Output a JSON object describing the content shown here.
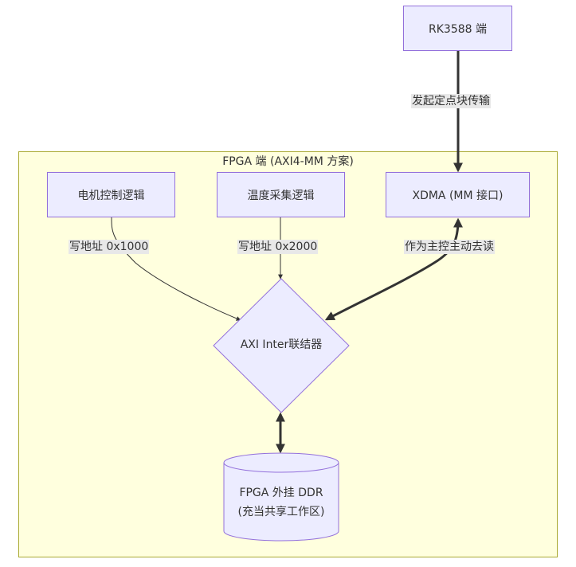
{
  "diagram": {
    "cluster_title": "FPGA 端 (AXI4-MM 方案)",
    "nodes": {
      "rk3588": "RK3588 端",
      "motor": "电机控制逻辑",
      "temp": "温度采集逻辑",
      "xdma": "XDMA (MM 接口)",
      "axi": "AXI Inter联结器",
      "ddr_line1": "FPGA 外挂 DDR",
      "ddr_line2": "(充当共享工作区)"
    },
    "edge_labels": {
      "rk_to_xdma": "发起定点块传输",
      "motor_to_axi": "写地址 0x1000",
      "temp_to_axi": "写地址 0x2000",
      "xdma_axi": "作为主控主动去读"
    },
    "colors": {
      "node_fill": "#ececff",
      "node_border": "#9370db",
      "cluster_fill": "#ffffde",
      "cluster_border": "#aaaa33",
      "edge": "#333333",
      "label_bg": "#e8e8e8"
    }
  }
}
